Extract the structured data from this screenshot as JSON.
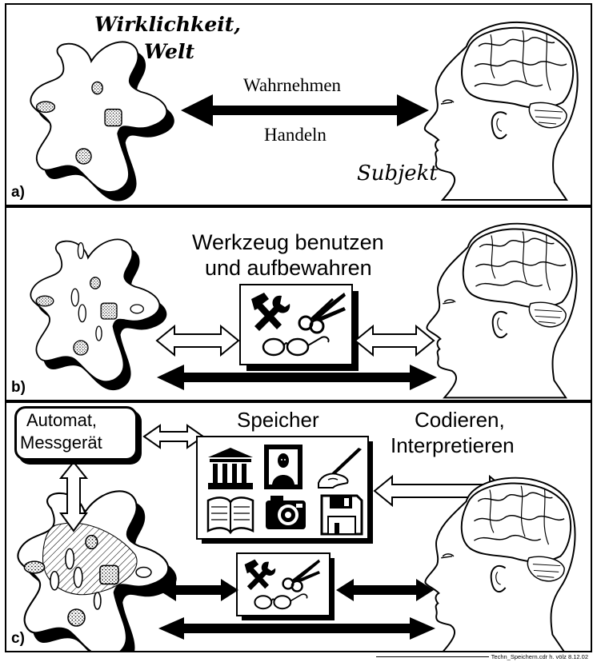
{
  "panels": {
    "a": {
      "letter": "a)",
      "world_label_1": "Wirklichkeit,",
      "world_label_2": "Welt",
      "arrow_top": "Wahrnehmen",
      "arrow_bottom": "Handeln",
      "subject": "Subjekt"
    },
    "b": {
      "letter": "b)",
      "title_1": "Werkzeug benutzen",
      "title_2": "und aufbewahren"
    },
    "c": {
      "letter": "c)",
      "automat_1": "Automat,",
      "automat_2": "Messgerät",
      "speicher": "Speicher",
      "coding_1": "Codieren,",
      "coding_2": "Interpretieren"
    }
  },
  "footer": "Techn_Speichern.cdr    h. völz    8.12.02",
  "icons": [
    "amoeba-world-icon",
    "human-head-brain-icon",
    "hammer-wrench-icon",
    "scissors-icon",
    "glasses-icon",
    "museum-building-icon",
    "framed-portrait-icon",
    "writing-hand-icon",
    "open-book-icon",
    "camera-icon",
    "floppy-disk-icon"
  ]
}
